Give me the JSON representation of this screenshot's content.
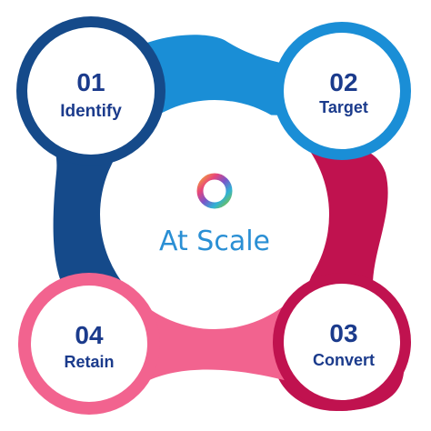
{
  "diagram": {
    "center_label": "At Scale",
    "steps": [
      {
        "number": "01",
        "label": "Identify",
        "color": "#154a8a"
      },
      {
        "number": "02",
        "label": "Target",
        "color": "#1a8ed6"
      },
      {
        "number": "03",
        "label": "Convert",
        "color": "#c0124f"
      },
      {
        "number": "04",
        "label": "Retain",
        "color": "#f2638f"
      }
    ],
    "text_color": "#1b3b8c",
    "center_text_color": "#2a8fd4",
    "logo_colors": [
      "#f2a23a",
      "#e8457a",
      "#7b55c9",
      "#2fb2d6",
      "#7cc242"
    ]
  }
}
